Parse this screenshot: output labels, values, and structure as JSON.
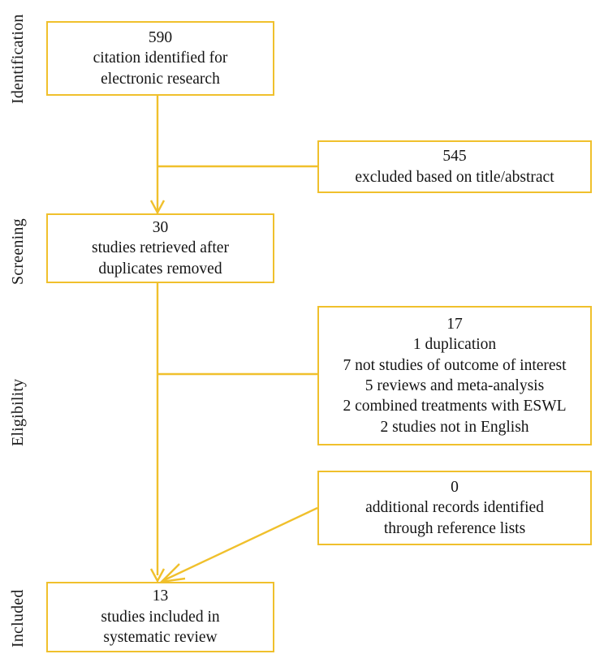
{
  "diagram": {
    "type": "prisma-flow-diagram",
    "accent_color": "#f0c02c",
    "text_color": "#141414",
    "background_color": "#ffffff",
    "stages": [
      {
        "id": "identification",
        "label": "Identification"
      },
      {
        "id": "screening",
        "label": "Screening"
      },
      {
        "id": "eligibility",
        "label": "Eligibility"
      },
      {
        "id": "included",
        "label": "Included"
      }
    ],
    "boxes": [
      {
        "id": "identified",
        "count": "590",
        "lines": [
          "citation identified for",
          "electronic research"
        ]
      },
      {
        "id": "excluded-title-abstract",
        "count": "545",
        "lines": [
          "excluded based on title/abstract"
        ]
      },
      {
        "id": "retrieved",
        "count": "30",
        "lines": [
          "studies retrieved after",
          "duplicates removed"
        ]
      },
      {
        "id": "excluded-full-text",
        "count": "17",
        "lines": [
          "1 duplication",
          "7 not studies of outcome of interest",
          "5 reviews and meta-analysis",
          "2 combined treatments with ESWL",
          "2 studies not in English"
        ]
      },
      {
        "id": "additional-records",
        "count": "0",
        "lines": [
          "additional records identified",
          "through reference lists"
        ]
      },
      {
        "id": "included-studies",
        "count": "13",
        "lines": [
          "studies included in",
          "systematic review"
        ]
      }
    ]
  }
}
